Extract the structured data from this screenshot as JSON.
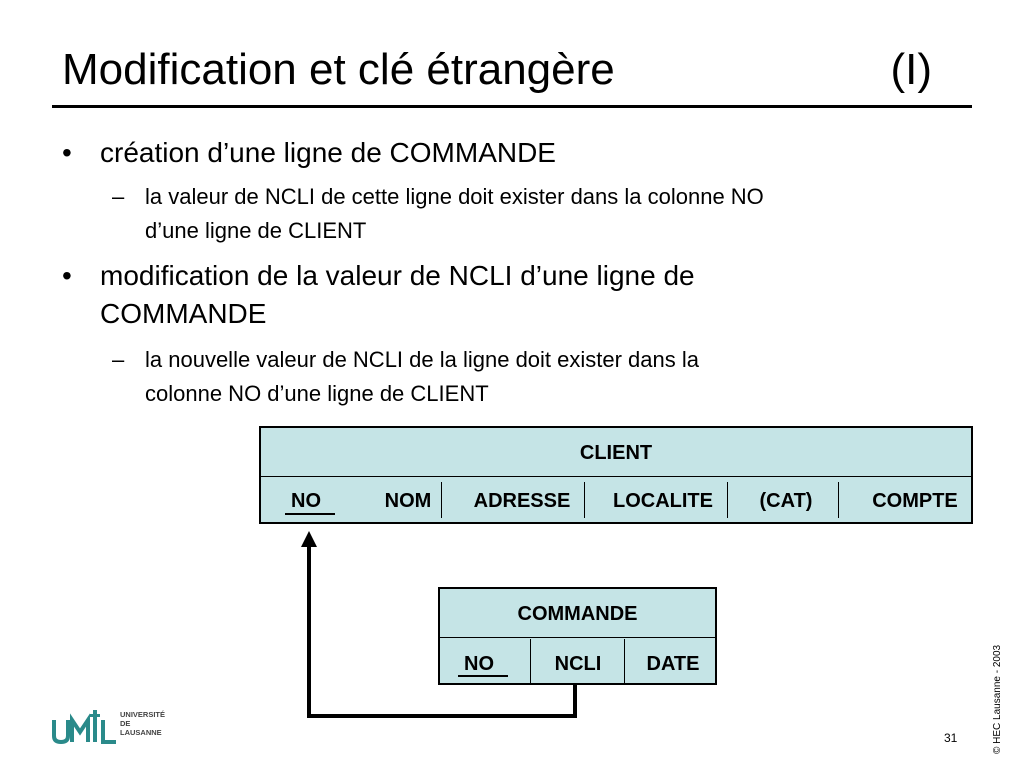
{
  "slide": {
    "title": "Modification et clé étrangère",
    "title_suffix": "(I)",
    "bullets": [
      {
        "marker": "•",
        "lines": [
          "création d’une ligne de COMMANDE"
        ],
        "sub": {
          "marker": "–",
          "lines": [
            "la valeur de NCLI de cette ligne doit exister dans la colonne NO",
            "d’une ligne de CLIENT"
          ]
        }
      },
      {
        "marker": "•",
        "lines": [
          "modification de la valeur de NCLI d’une ligne de",
          "COMMANDE"
        ],
        "sub": {
          "marker": "–",
          "lines": [
            "la nouvelle valeur de NCLI de la ligne doit exister dans la",
            "colonne NO d’une ligne de CLIENT"
          ]
        }
      }
    ],
    "client_table": {
      "name": "CLIENT",
      "columns": [
        "NO",
        "NOM",
        "ADRESSE",
        "LOCALITE",
        "(CAT)",
        "COMPTE"
      ]
    },
    "commande_table": {
      "name": "COMMANDE",
      "columns": [
        "NO",
        "NCLI",
        "DATE"
      ]
    },
    "colors": {
      "table_fill": "#c5e4e6",
      "logo_teal": "#2a8a8a"
    },
    "logo_lines": [
      "UNIVERSITÉ",
      "DE",
      "LAUSANNE"
    ],
    "copyright": "© HEC Lausanne - 2003",
    "page_number": "31"
  }
}
